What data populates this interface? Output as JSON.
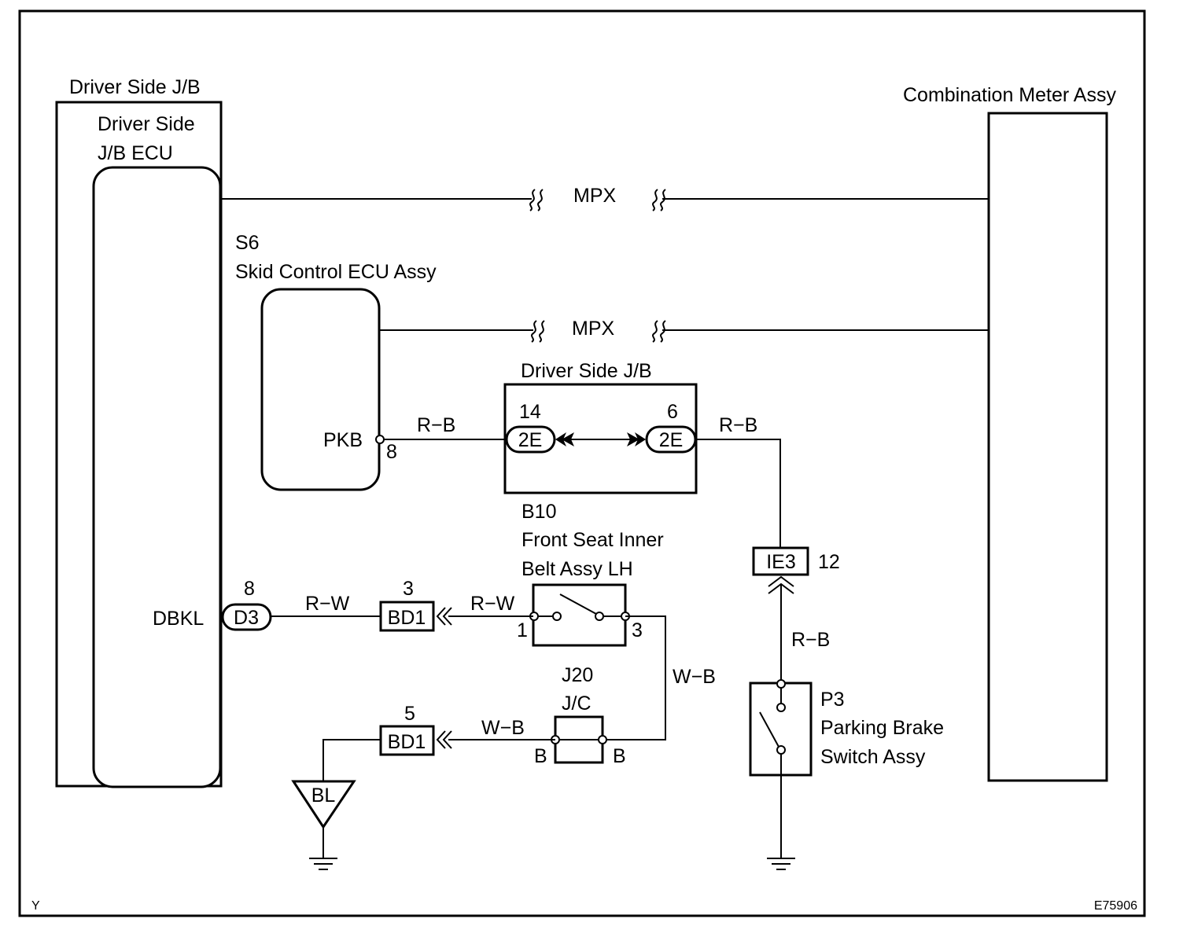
{
  "left_unit": {
    "jb_label": "Driver Side J/B",
    "ecu_label_line1": "Driver Side",
    "ecu_label_line2": "J/B ECU",
    "terminal_dbkl": "DBKL",
    "connector_d3": "D3",
    "connector_d3_pin": "8"
  },
  "meter": {
    "label": "Combination Meter Assy"
  },
  "mpx_line_1": "MPX",
  "mpx_line_2": "MPX",
  "skid_ecu": {
    "code": "S6",
    "label": "Skid Control ECU Assy",
    "terminal": "PKB",
    "pin": "8"
  },
  "jb_mid": {
    "label": "Driver Side J/B",
    "left_connector": "2E",
    "left_pin": "14",
    "right_connector": "2E",
    "right_pin": "6"
  },
  "wires": {
    "rb_1": "R−B",
    "rb_2": "R−B",
    "rb_3": "R−B",
    "rw_1": "R−W",
    "rw_2": "R−W",
    "wb_1": "W−B",
    "wb_2": "W−B"
  },
  "belt": {
    "code": "B10",
    "label_line1": "Front Seat Inner",
    "label_line2": "Belt Assy LH",
    "pin_left": "1",
    "pin_right": "3"
  },
  "bd1_top": {
    "label": "BD1",
    "pin": "3"
  },
  "bd1_bottom": {
    "label": "BD1",
    "pin": "5"
  },
  "jc": {
    "code": "J20",
    "label": "J/C",
    "pin_left": "B",
    "pin_right": "B"
  },
  "ground_bl": "BL",
  "ie3": {
    "label": "IE3",
    "pin": "12"
  },
  "parking": {
    "code": "P3",
    "label_line1": "Parking Brake",
    "label_line2": "Switch Assy"
  },
  "corner_left": "Y",
  "corner_right": "E75906"
}
